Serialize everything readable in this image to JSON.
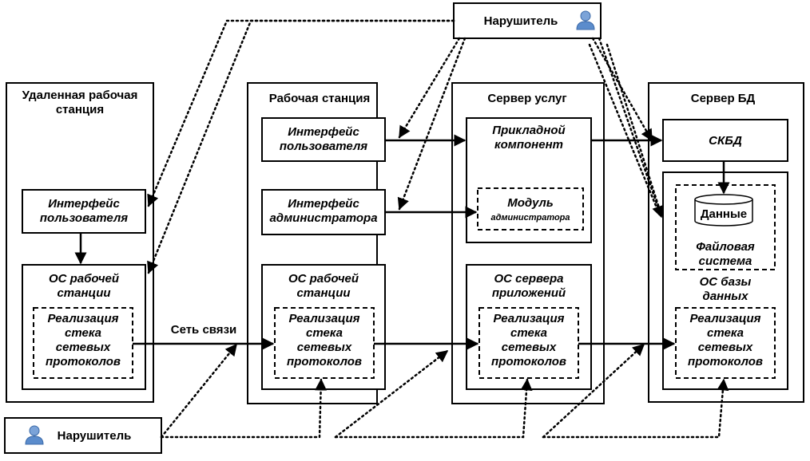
{
  "intruder_top": "Нарушитель",
  "intruder_bottom": "Нарушитель",
  "network_label": "Сеть связи",
  "remote_ws": {
    "title_line1": "Удаленная рабочая",
    "title_line2": "станция",
    "ui_line1": "Интерфейс",
    "ui_line2": "пользователя",
    "os_line1": "ОС рабочей",
    "os_line2": "станции",
    "stack_line1": "Реализация",
    "stack_line2": "стека",
    "stack_line3": "сетевых",
    "stack_line4": "протоколов"
  },
  "ws": {
    "title": "Рабочая станция",
    "ui_line1": "Интерфейс",
    "ui_line2": "пользователя",
    "admin_line1": "Интерфейс",
    "admin_line2": "администратора",
    "os_line1": "ОС рабочей",
    "os_line2": "станции",
    "stack_line1": "Реализация",
    "stack_line2": "стека",
    "stack_line3": "сетевых",
    "stack_line4": "протоколов"
  },
  "app_server": {
    "title": "Сервер услуг",
    "app_line1": "Прикладной",
    "app_line2": "компонент",
    "module_line1": "Модуль",
    "module_line2": "администратора",
    "os_line1": "ОС сервера",
    "os_line2": "приложений",
    "stack_line1": "Реализация",
    "stack_line2": "стека",
    "stack_line3": "сетевых",
    "stack_line4": "протоколов"
  },
  "db_server": {
    "title": "Сервер БД",
    "dbms": "СКБД",
    "data": "Данные",
    "fs_line1": "Файловая",
    "fs_line2": "система",
    "os_line1": "ОС базы",
    "os_line2": "данных",
    "stack_line1": "Реализация",
    "stack_line2": "стека",
    "stack_line3": "сетевых",
    "stack_line4": "протоколов"
  }
}
